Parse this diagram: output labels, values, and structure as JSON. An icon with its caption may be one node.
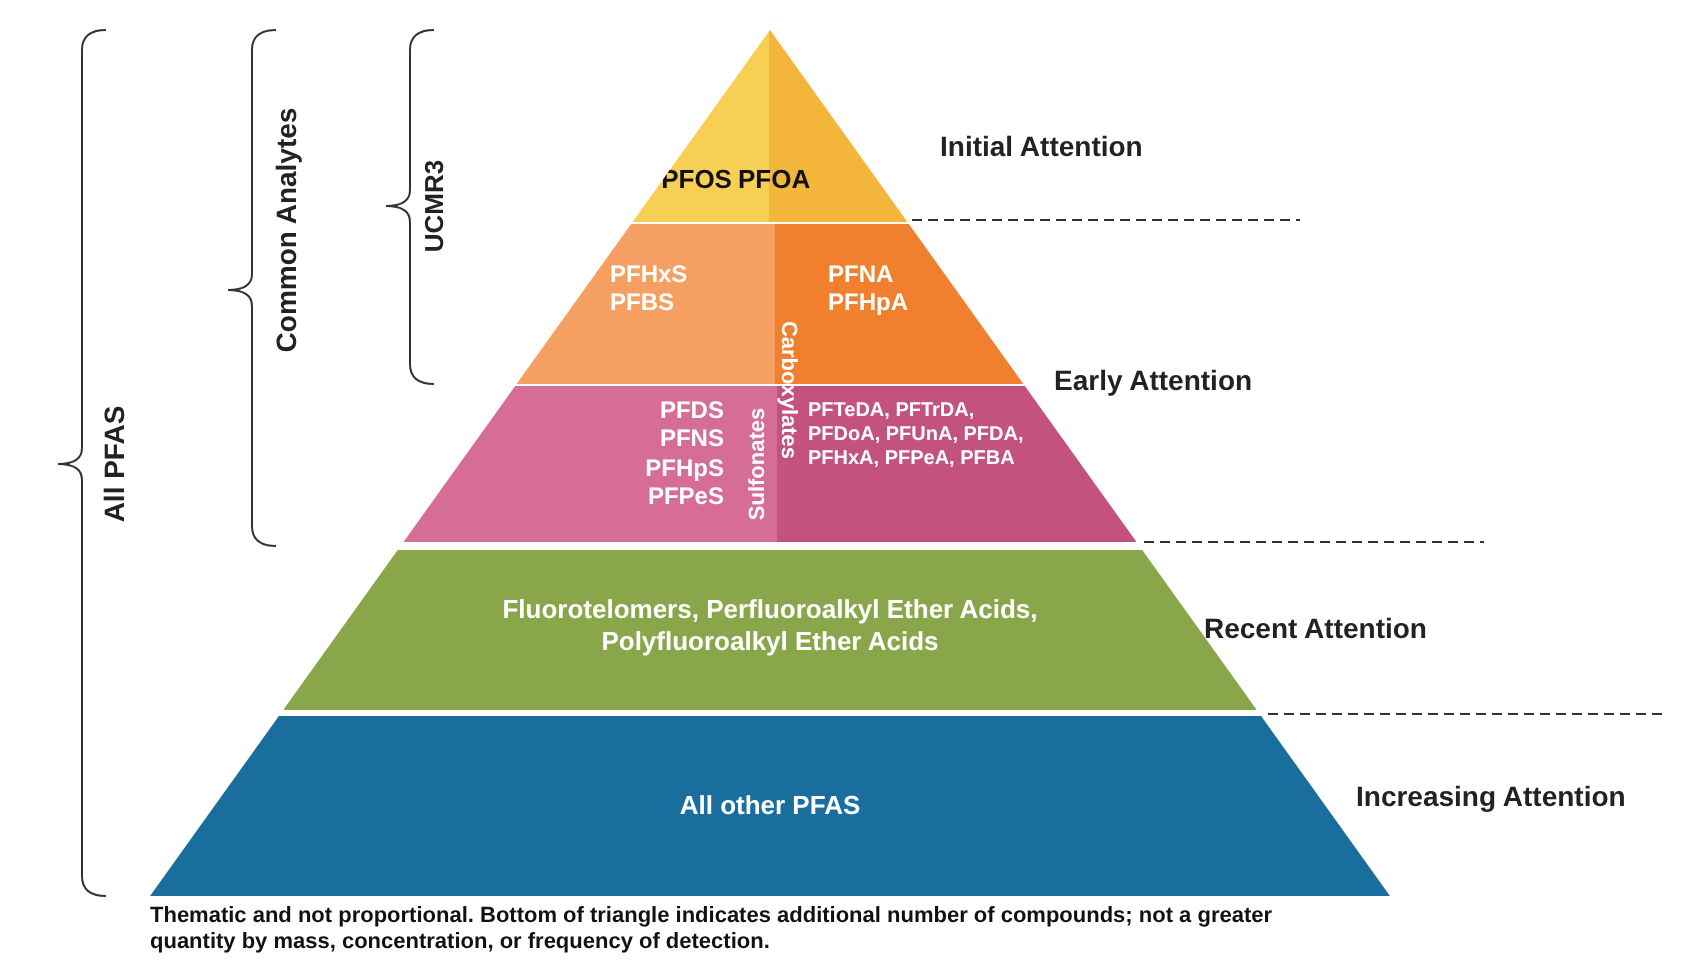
{
  "diagram": {
    "caption": "Thematic and not proportional. Bottom of triangle indicates additional number of compounds; not a greater quantity by mass, concentration, or frequency of detection.",
    "nodes": [
      {
        "text": [
          "PFOS",
          "PFOA"
        ]
      },
      {
        "text": [
          "PFHxS PFBS",
          "PFNA PFHpA"
        ]
      },
      {
        "text": [
          "PFDS PFNS PFHpS PFPeS",
          "PFTeDA, PFTrDA, PFDoA, PFUnA, PFDA, PFHxA, PFPeA, PFBA"
        ]
      },
      {
        "text": [
          "Fluorotelomers, Perfluoroalkyl Ether Acids, Polyfluoroalkyl Ether Acids"
        ]
      },
      {
        "text": [
          "All other PFAS"
        ]
      }
    ],
    "edges": [],
    "labels": [
      "UCMR3",
      "Common Analytes",
      "All PFAS",
      "Initial Attention",
      "Sulfonates",
      "Carboxylates",
      "Early Attention",
      "Recent Attention",
      "Increasing Attention"
    ]
  }
}
